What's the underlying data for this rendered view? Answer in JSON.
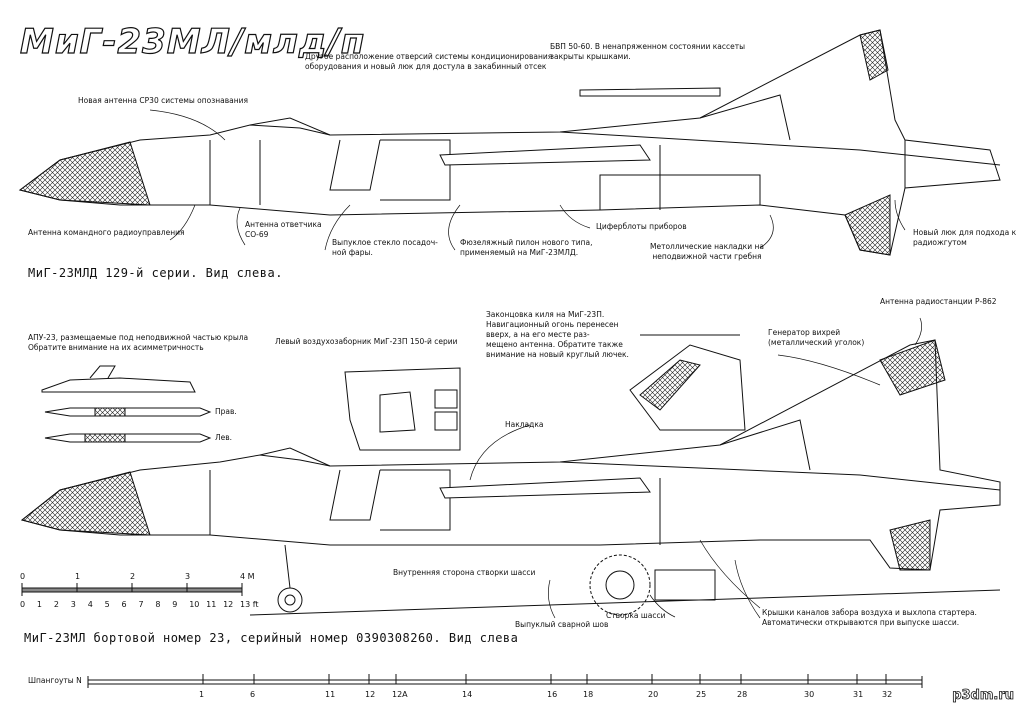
{
  "title": "МиГ-23МЛ/млд/п",
  "watermark": "p3dm.ru",
  "top_view": {
    "caption": "МиГ-23МЛД 129-й серии. Вид слева.",
    "notes": [
      "Новая антенна СР30 системы опознавания",
      "Другое расположение отверсий системы кондиционирования\nоборудования и новый люк для достула в закабинный отсек",
      "БВП 50-60. В ненапряженном состоянии кассеты\nзакрыты крышками.",
      "Антенна командного радиоуправления",
      "Антенна ответчика\nСО-69",
      "Выпуклое стекло посадоч-\nной фары.",
      "Фюзеляжный пилон нового типа,\nприменяемый на МиГ-23МЛД.",
      "Циферблоты приборов",
      "Метоллические накладки на\nнеподвижной части гребня",
      "Новый люк для подхода к\nрадиожгутом"
    ]
  },
  "bottom_view": {
    "caption": "МиГ-23МЛ бортовой номер 23, серийный номер 0390308260. Вид слева",
    "notes": [
      "АПУ-23, размещаемые под неподвижной частью крыла\nОбратите внимание на их асимметричность",
      "Левый воздухозаборник МиГ-23П 150-й серии",
      "Законцовка киля на МиГ-23П.\nНавигационный огонь перенесен\nвверх, а на его месте раз-\nмещено антенна. Обратите также\nвнимание на новый круглый лючек.",
      "Антенна радиостанции Р-862",
      "Генератор вихрей\n(металлический уголок)",
      "Накладка",
      "Внутренняя сторона створки шасси",
      "Выпуклый сварной шов",
      "Створка шасси",
      "Крышки каналов забора воздуха и выхлопа стартера.\nАвтоматически открываются при выпуске шасси."
    ],
    "apu_labels": [
      "Прав.",
      "Лев."
    ]
  },
  "scale": {
    "metric_ticks": [
      "0",
      "1",
      "2",
      "3",
      "4 М"
    ],
    "imperial_ticks": [
      "0",
      "1",
      "2",
      "3",
      "4",
      "5",
      "6",
      "7",
      "8",
      "9",
      "10",
      "11",
      "12",
      "13 ft"
    ]
  },
  "frames": {
    "label": "Шпангоуты N",
    "ticks": [
      "1",
      "6",
      "11",
      "12",
      "12А",
      "14",
      "16",
      "18",
      "20",
      "25",
      "28",
      "30",
      "31",
      "32"
    ]
  }
}
